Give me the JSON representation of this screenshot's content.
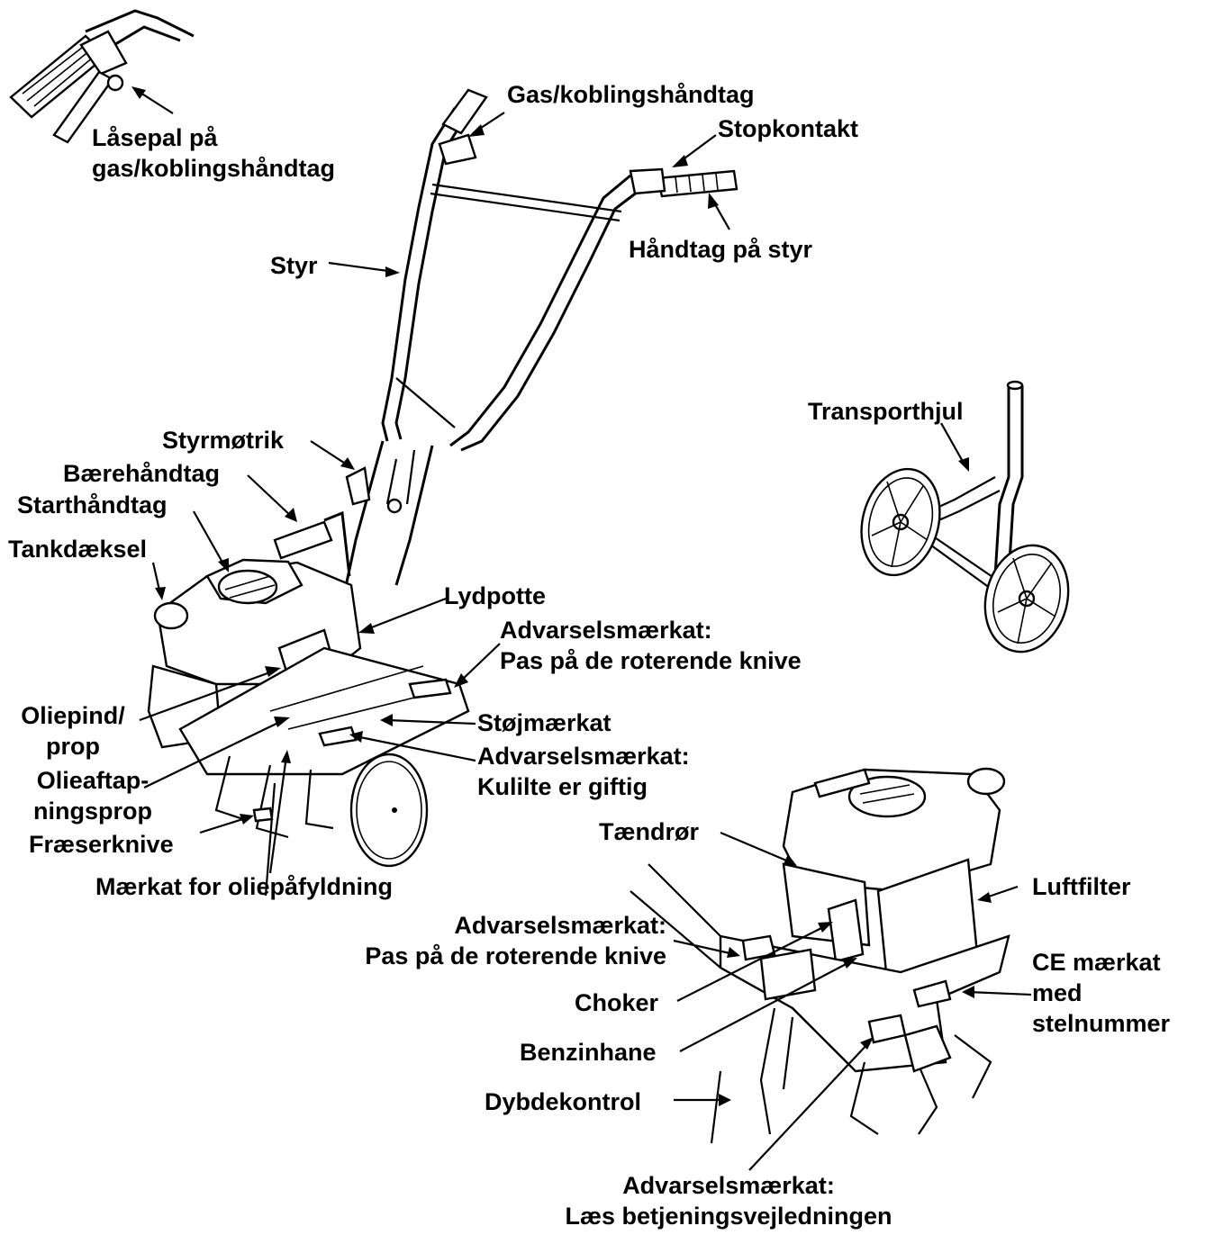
{
  "labels": {
    "lasepal_line1": "Låsepal på",
    "lasepal_line2": "gas/koblingshåndtag",
    "gas_kobling": "Gas/koblingshåndtag",
    "stopkontakt": "Stopkontakt",
    "handtag_styr": "Håndtag på styr",
    "styr": "Styr",
    "transporthjul": "Transporthjul",
    "styrmotrik": "Styrmøtrik",
    "baerehandtag": "Bærehåndtag",
    "starthandtag": "Starthåndtag",
    "tankdaeksel": "Tankdæksel",
    "lydpotte": "Lydpotte",
    "advarsel_knive_top_line1": "Advarselsmærkat:",
    "advarsel_knive_top_line2": "Pas på de roterende knive",
    "oliepind_line1": "Oliepind/",
    "oliepind_line2": "prop",
    "stojmaerkat": "Støjmærkat",
    "advarsel_kulilte_line1": "Advarselsmærkat:",
    "advarsel_kulilte_line2": "Kulilte er giftig",
    "olieaftap_line1": "Olieaftap-",
    "olieaftap_line2": "ningsprop",
    "fraeserknive": "Fræserknive",
    "taendror": "Tændrør",
    "maerkat_olie": "Mærkat for oliepåfyldning",
    "luftfilter": "Luftfilter",
    "advarsel_knive_bottom_line1": "Advarselsmærkat:",
    "advarsel_knive_bottom_line2": "Pas på de roterende knive",
    "ce_line1": "CE mærkat",
    "ce_line2": "med",
    "ce_line3": "stelnummer",
    "choker": "Choker",
    "benzinhane": "Benzinhane",
    "dybdekontrol": "Dybdekontrol",
    "advarsel_laes_line1": "Advarselsmærkat:",
    "advarsel_laes_line2": "Læs betjeningsvejledningen"
  }
}
